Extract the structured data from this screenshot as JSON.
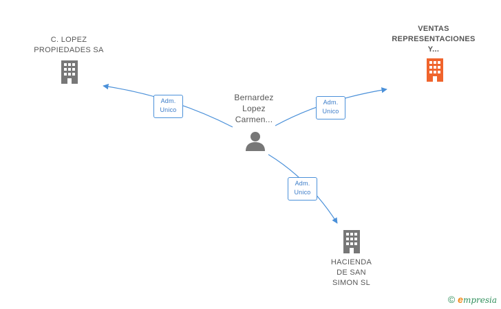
{
  "nodes": {
    "company_left": {
      "label_line1": "C.  LOPEZ",
      "label_line2": "PROPIEDADES SA",
      "icon": "building-icon",
      "color": "#777777"
    },
    "company_focus": {
      "label_line1": "VENTAS",
      "label_line2": "REPRESENTACIONES",
      "label_line3": "Y...",
      "icon": "building-icon",
      "color": "#f0642c"
    },
    "person": {
      "label_line1": "Bernardez",
      "label_line2": "Lopez",
      "label_line3": "Carmen...",
      "icon": "person-icon",
      "color": "#777777"
    },
    "company_bottom": {
      "label_line1": "HACIENDA",
      "label_line2": "DE SAN",
      "label_line3": "SIMON SL",
      "icon": "building-icon",
      "color": "#777777"
    }
  },
  "edges": [
    {
      "from": "person",
      "to": "company_left",
      "label_line1": "Adm.",
      "label_line2": "Unico"
    },
    {
      "from": "person",
      "to": "company_focus",
      "label_line1": "Adm.",
      "label_line2": "Unico"
    },
    {
      "from": "person",
      "to": "company_bottom",
      "label_line1": "Adm.",
      "label_line2": "Unico"
    }
  ],
  "colors": {
    "edge": "#4a90d9",
    "label_border": "#4a90d9",
    "focus": "#f0642c",
    "neutral": "#777777"
  },
  "footer": {
    "copyright_symbol": "©",
    "brand_initial": "e",
    "brand_rest": "mpresia"
  }
}
